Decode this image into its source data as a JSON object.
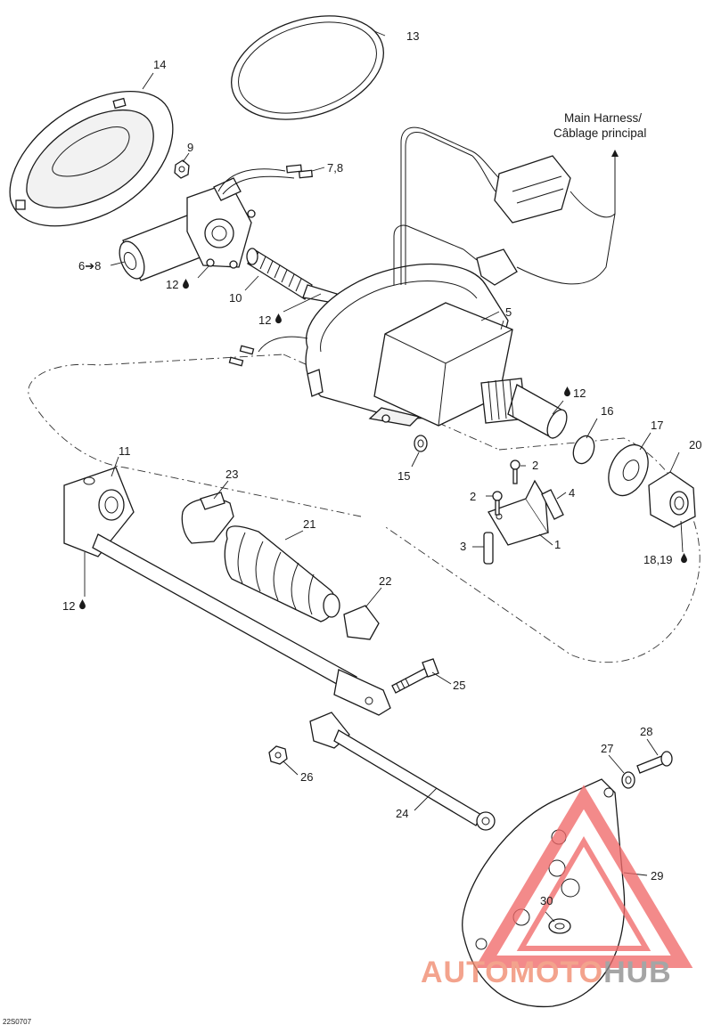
{
  "callouts": {
    "c1": "1",
    "c2a": "2",
    "c2b": "2",
    "c3": "3",
    "c4": "4",
    "c5": "5",
    "c68": "6➔8",
    "c78": "7,8",
    "c9": "9",
    "c10": "10",
    "c11": "11",
    "c12a": "12",
    "c12b": "12",
    "c12c": "12",
    "c12d": "12",
    "c13": "13",
    "c14": "14",
    "c15": "15",
    "c16": "16",
    "c17": "17",
    "c1819": "18,19",
    "c20": "20",
    "c21": "21",
    "c22": "22",
    "c23": "23",
    "c24": "24",
    "c25": "25",
    "c26": "26",
    "c27": "27",
    "c28": "28",
    "c29": "29",
    "c30": "30"
  },
  "harness_note": {
    "line1": "Main Harness/",
    "line2": "Câblage principal"
  },
  "diagram_code": "22S0707",
  "watermark": {
    "part1": "AUTOMOTO",
    "part2": "HUB",
    "color_primary": "#f08a6e",
    "color_secondary": "#8c8c8c",
    "triangle_color": "#f06a6a"
  },
  "icons": {
    "lubricant": "oil-drop-icon"
  }
}
